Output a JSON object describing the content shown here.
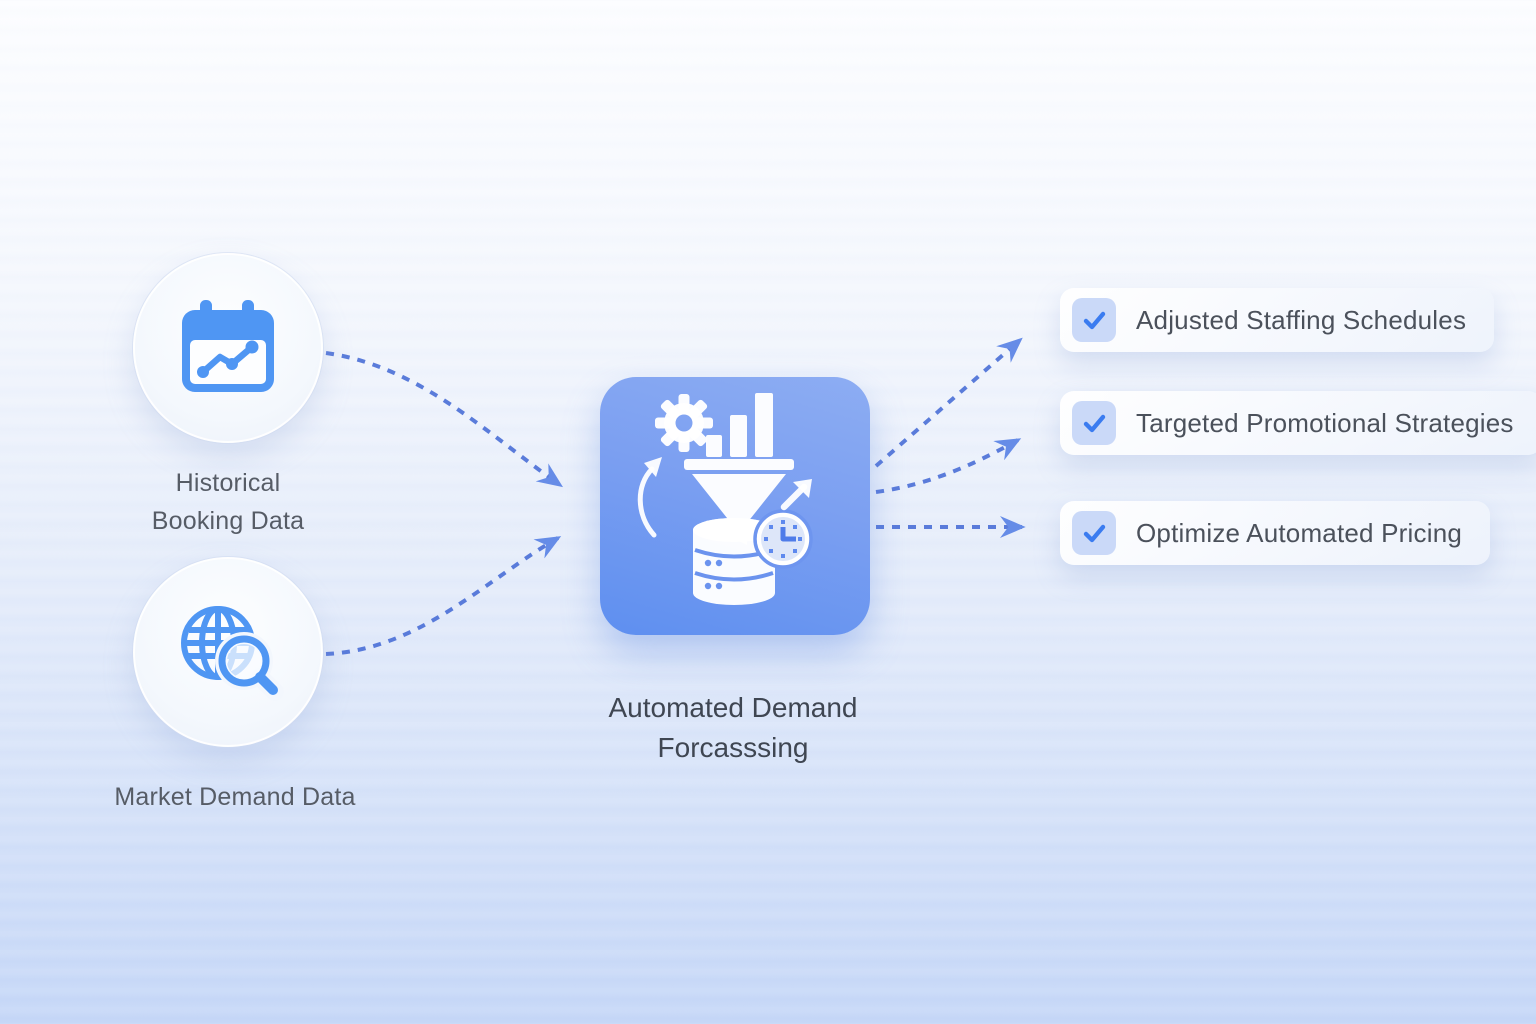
{
  "flow": {
    "inputs": [
      {
        "id": "historical-booking-data",
        "label": "Historical Booking Data",
        "icon": "calendar-trend-chart-icon"
      },
      {
        "id": "market-demand-data",
        "label": "Market Demand Data",
        "icon": "globe-magnifier-icon"
      }
    ],
    "process": {
      "id": "automated-demand-forecasting",
      "label": "Automated Demand Forcasssing",
      "icon": "funnel-data-pipeline-icon",
      "icon_parts": [
        "gear-icon",
        "bar-chart-icon",
        "funnel-icon",
        "database-icon",
        "clock-icon",
        "curved-arrow-icon",
        "up-right-arrow-icon"
      ]
    },
    "outputs": [
      {
        "id": "adjusted-staffing-schedules",
        "label": "Adjusted Staffing Schedules",
        "checked": true,
        "icon": "checkmark-icon"
      },
      {
        "id": "targeted-promotional-strategies",
        "label": "Targeted Promotional Strategies",
        "checked": true,
        "icon": "checkmark-icon"
      },
      {
        "id": "optimize-automated-pricing",
        "label": "Optimize Automated Pricing",
        "checked": true,
        "icon": "checkmark-icon"
      }
    ],
    "connectors": [
      {
        "from": "historical-booking-data",
        "to": "automated-demand-forecasting",
        "style": "dashed-curve-arrow"
      },
      {
        "from": "market-demand-data",
        "to": "automated-demand-forecasting",
        "style": "dashed-curve-arrow"
      },
      {
        "from": "automated-demand-forecasting",
        "to": "adjusted-staffing-schedules",
        "style": "dashed-arrow"
      },
      {
        "from": "automated-demand-forecasting",
        "to": "targeted-promotional-strategies",
        "style": "dashed-arrow"
      },
      {
        "from": "automated-demand-forecasting",
        "to": "optimize-automated-pricing",
        "style": "dashed-arrow"
      }
    ]
  },
  "colors": {
    "background_top": "#FCFDFF",
    "background_bottom": "#C4D6F7",
    "connector": "#4E72D8",
    "arrowhead": "#5B84E6",
    "input_icon_blue": "#4F96F3",
    "process_gradient_top": "#8DADF3",
    "process_gradient_bottom": "#5E8FF0",
    "checkbox_bg": "#CAD9F8",
    "checkmark": "#3B7CF0",
    "label_text": "#565C66",
    "card_text": "#4B515B"
  }
}
